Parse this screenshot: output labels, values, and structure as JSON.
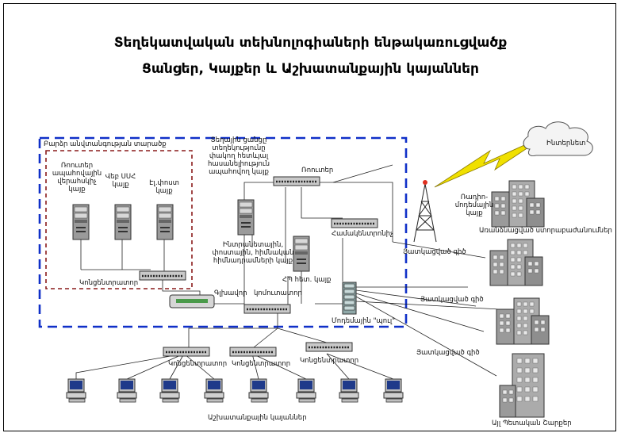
{
  "title": {
    "line1": "Տեղեկատվական տեխնոլոգիաների ենթակառուցվածք",
    "line2": "Ցանցեր, Կայքեր և Աշխատանքային կայաններ"
  },
  "zones": {
    "outer": "Բարձր անվտանգության տարածք",
    "inner": "Ռոուտեր ապահովային վերահսկիչ կայք"
  },
  "labels": {
    "web_server": "Վեբ ՍՍՀ կայք",
    "mail_server": "Էլ.փոստ կայք",
    "intranet_desc": "Տեղային ցանցը տեղեկությունը փակող հետևյալ հասանելիություն ապահովող կայք",
    "router": "Ռոուտեր",
    "internet": "Ինտերնետ",
    "intranet_server": "Ինտրանետային, փոստային, հիմնական հիմնադրամների կայք",
    "concentrator": "Համակենտրոնիչ",
    "pc_server": "ՀՊ հետ. կայք",
    "radio_station": "Ռադիո-մոդեմային կայք",
    "remote_buildings": "Առանձնացված ստորաբաժանումներ",
    "switch_inner": "Կոնցենտրատոր",
    "firewall": "Գլխավոր",
    "main_switch": "կոմուտատոր",
    "dedicated_line_1": "Յատկացված գիծ",
    "dedicated_line_2": "Յատկացված գիծ",
    "dedicated_line_3": "Յատկացված գիծ",
    "modem_pool": "Մոդեմային \"պուլ\"",
    "concentrator_1": "Կոնցենտրատոր",
    "concentrator_2": "Կոնցենտրատոր",
    "concentrator_3": "Կոնցենտրատոր",
    "workstations": "Աշխատանքային կայաններ",
    "other_buildings": "Այլ Պետական Շարքեր"
  },
  "colors": {
    "outer_zone": "#1030c8",
    "inner_zone": "#8a1a1a",
    "lightning": "#f0e000",
    "building": "#9a9a9a",
    "server": "#8c8c8c"
  }
}
